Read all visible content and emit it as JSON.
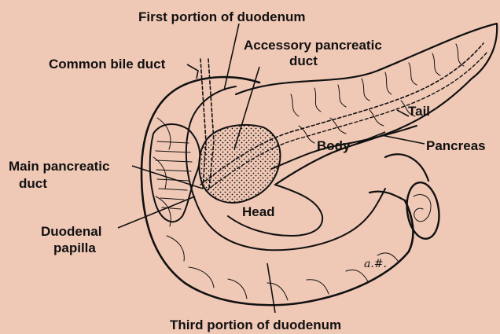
{
  "labels": {
    "first_portion": "First portion of duodenum",
    "accessory_duct_line1": "Accessory pancreatic",
    "accessory_duct_line2": "duct",
    "common_bile_duct": "Common bile duct",
    "tail": "Tail",
    "body": "Body",
    "pancreas": "Pancreas",
    "main_duct_line1": "Main pancreatic",
    "main_duct_line2": "duct",
    "head": "Head",
    "papilla_line1": "Duodenal",
    "papilla_line2": "papilla",
    "third_portion": "Third portion of duodenum"
  },
  "colors": {
    "background": "#f0c8b6",
    "ink": "#111111"
  }
}
